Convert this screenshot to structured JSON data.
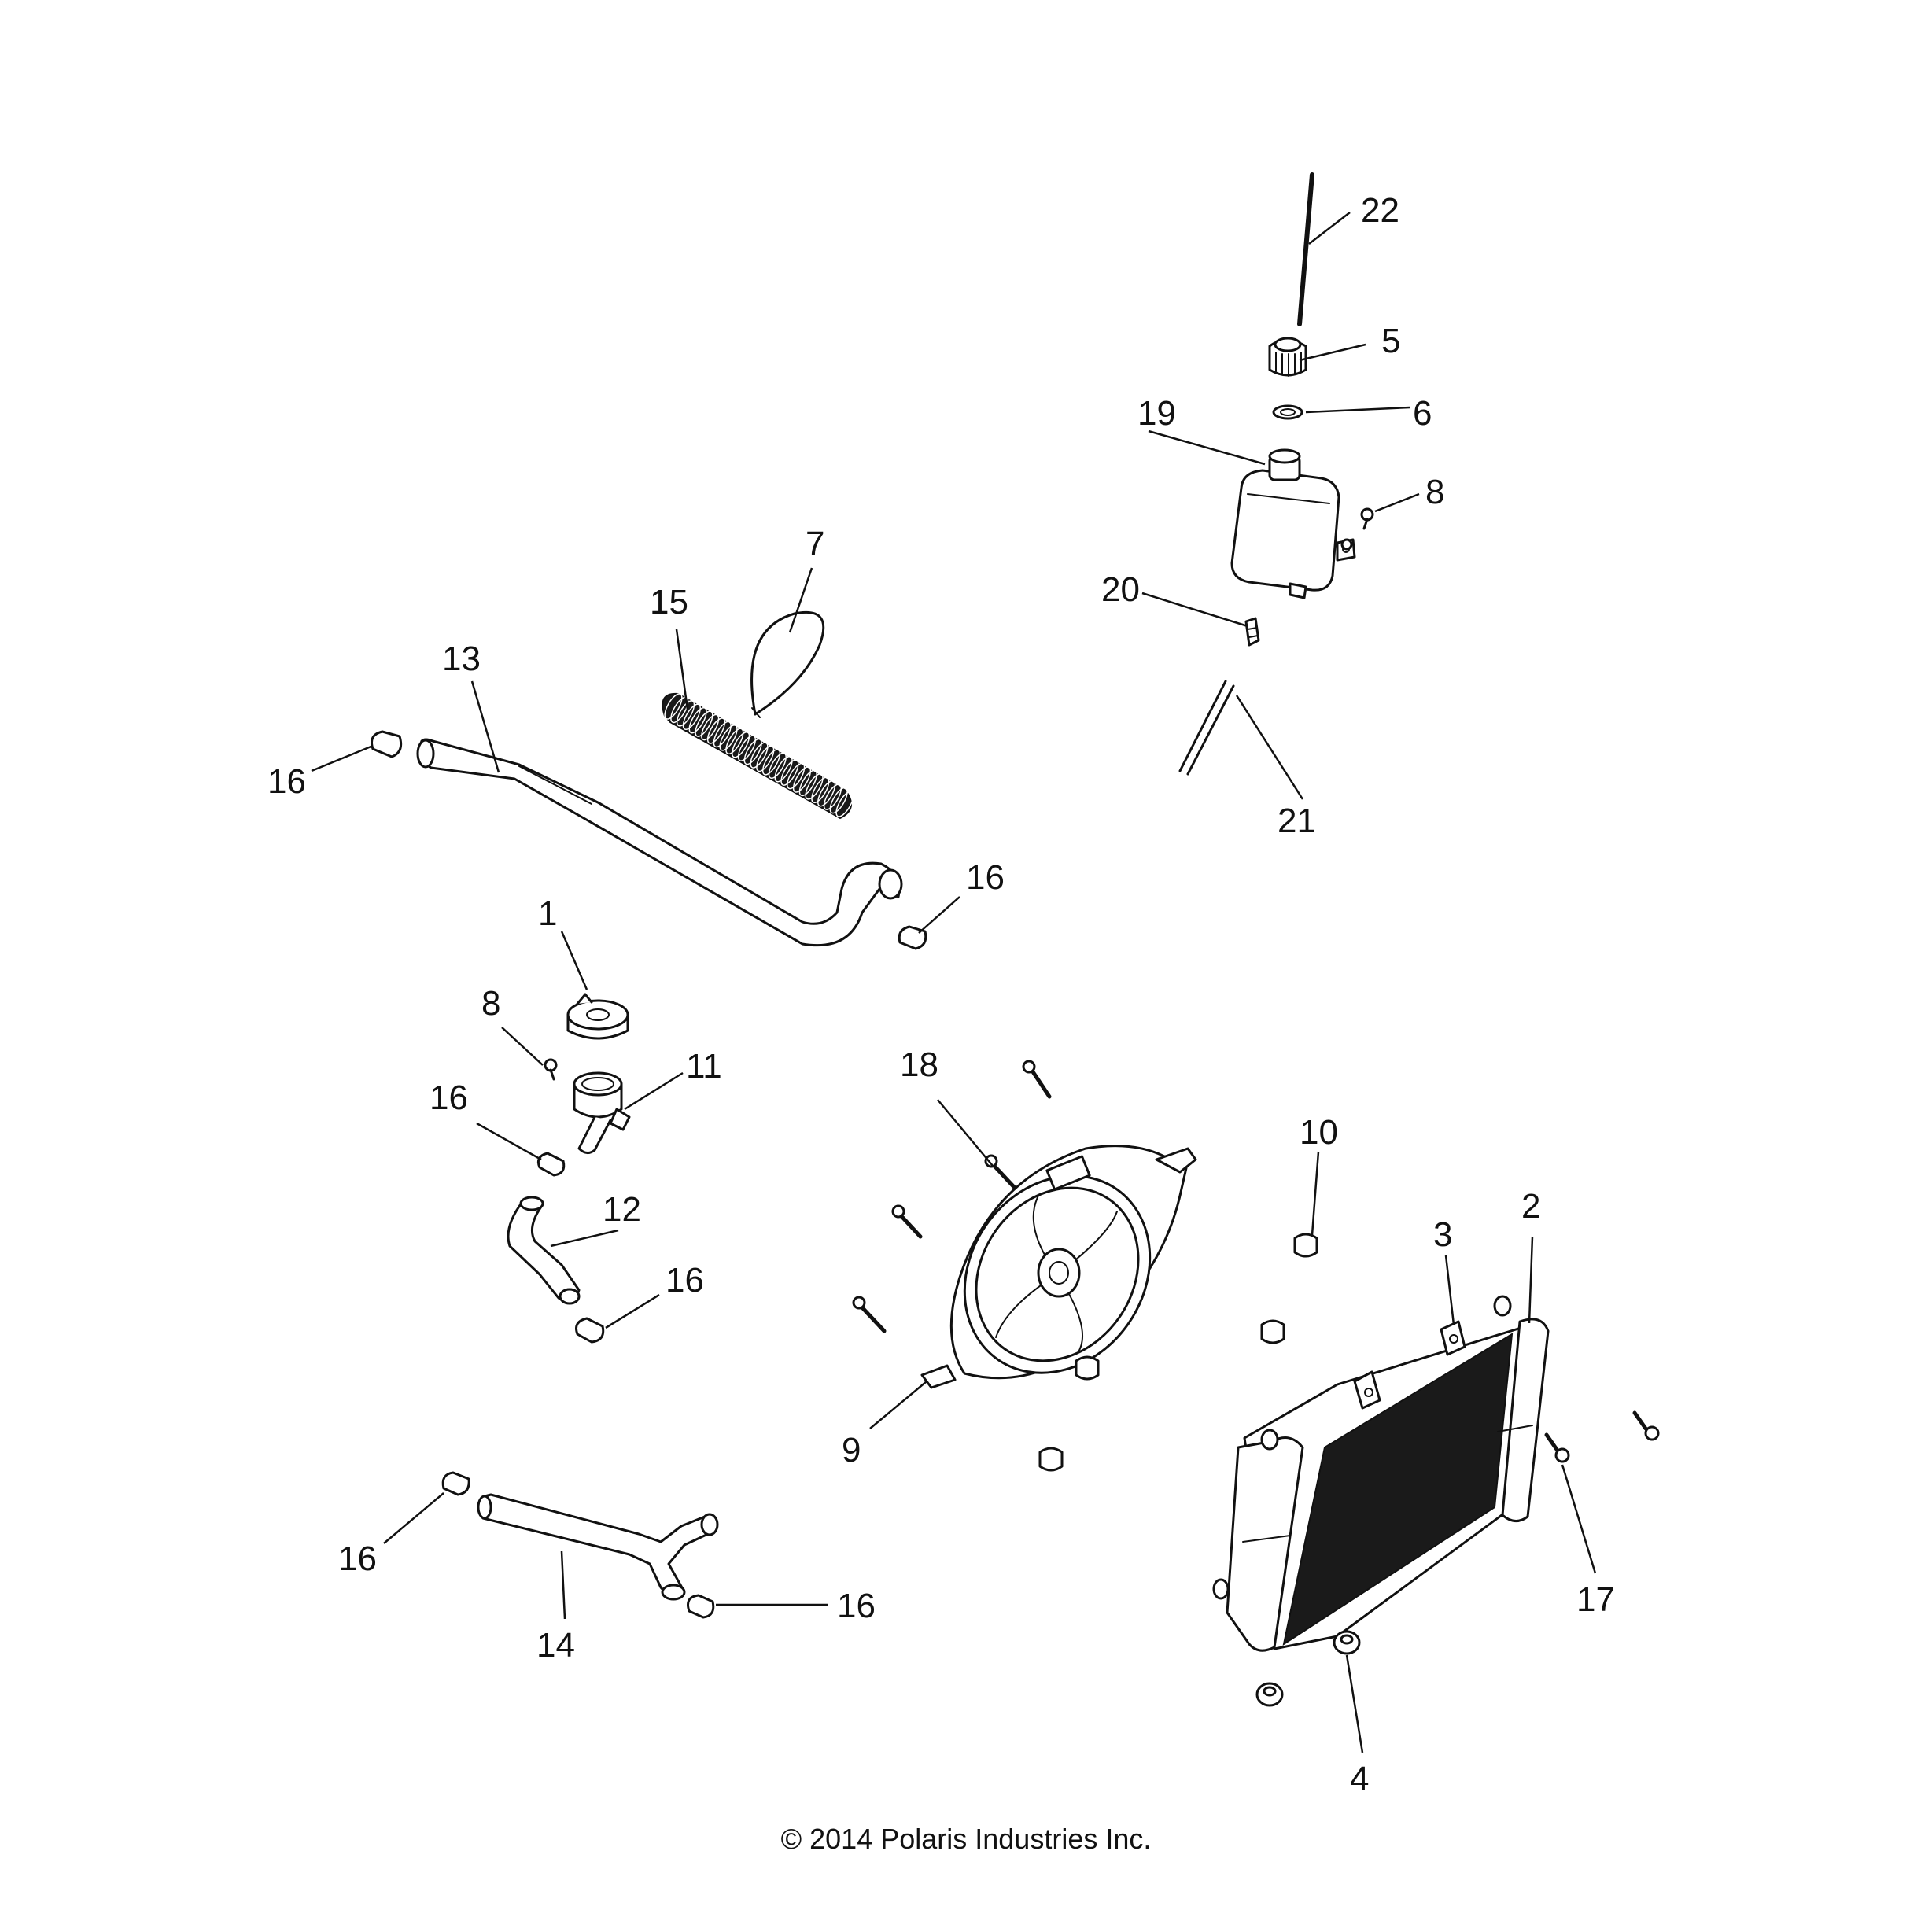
{
  "callouts": {
    "c1": "1",
    "c2": "2",
    "c3": "3",
    "c4": "4",
    "c5": "5",
    "c6": "6",
    "c7": "7",
    "c8a": "8",
    "c8b": "8",
    "c9": "9",
    "c10": "10",
    "c11": "11",
    "c12": "12",
    "c13": "13",
    "c14": "14",
    "c15": "15",
    "c16a": "16",
    "c16b": "16",
    "c16c": "16",
    "c16d": "16",
    "c16e": "16",
    "c16f": "16",
    "c17": "17",
    "c18": "18",
    "c19": "19",
    "c20": "20",
    "c21": "21",
    "c22": "22"
  },
  "copyright": "© 2014 Polaris Industries Inc.",
  "colors": {
    "ink": "#111111",
    "background": "#ffffff"
  }
}
